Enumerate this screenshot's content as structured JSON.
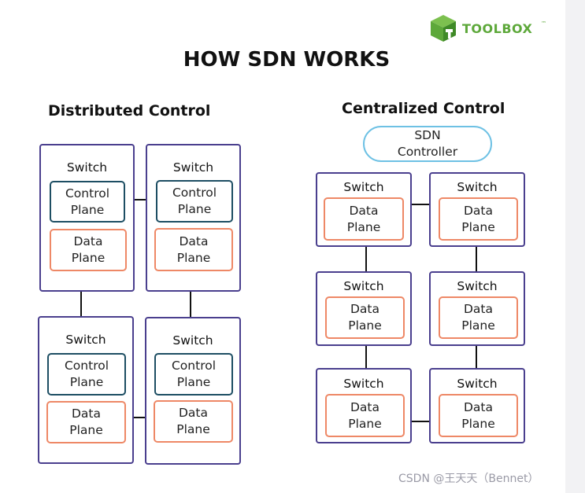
{
  "logo": {
    "text": "TOOLBOX",
    "tm": "™",
    "color": "#5da83a"
  },
  "title": "HOW SDN WORKS",
  "distributed": {
    "title": "Distributed Control",
    "switches": [
      {
        "label": "Switch",
        "control": [
          "Control",
          "Plane"
        ],
        "data": [
          "Data",
          "Plane"
        ]
      },
      {
        "label": "Switch",
        "control": [
          "Control",
          "Plane"
        ],
        "data": [
          "Data",
          "Plane"
        ]
      },
      {
        "label": "Switch",
        "control": [
          "Control",
          "Plane"
        ],
        "data": [
          "Data",
          "Plane"
        ]
      },
      {
        "label": "Switch",
        "control": [
          "Control",
          "Plane"
        ],
        "data": [
          "Data",
          "Plane"
        ]
      }
    ]
  },
  "centralized": {
    "title": "Centralized Control",
    "controller": [
      "SDN",
      "Controller"
    ],
    "switches": [
      {
        "label": "Switch",
        "data": [
          "Data",
          "Plane"
        ]
      },
      {
        "label": "Switch",
        "data": [
          "Data",
          "Plane"
        ]
      },
      {
        "label": "Switch",
        "data": [
          "Data",
          "Plane"
        ]
      },
      {
        "label": "Switch",
        "data": [
          "Data",
          "Plane"
        ]
      },
      {
        "label": "Switch",
        "data": [
          "Data",
          "Plane"
        ]
      },
      {
        "label": "Switch",
        "data": [
          "Data",
          "Plane"
        ]
      }
    ]
  },
  "watermark": "CSDN @王天天（Bennet）",
  "colors": {
    "switch_border": "#4a3f8e",
    "control_plane_border": "#1d4e63",
    "data_plane_border": "#ee8866",
    "controller_border": "#6ec1e4"
  }
}
